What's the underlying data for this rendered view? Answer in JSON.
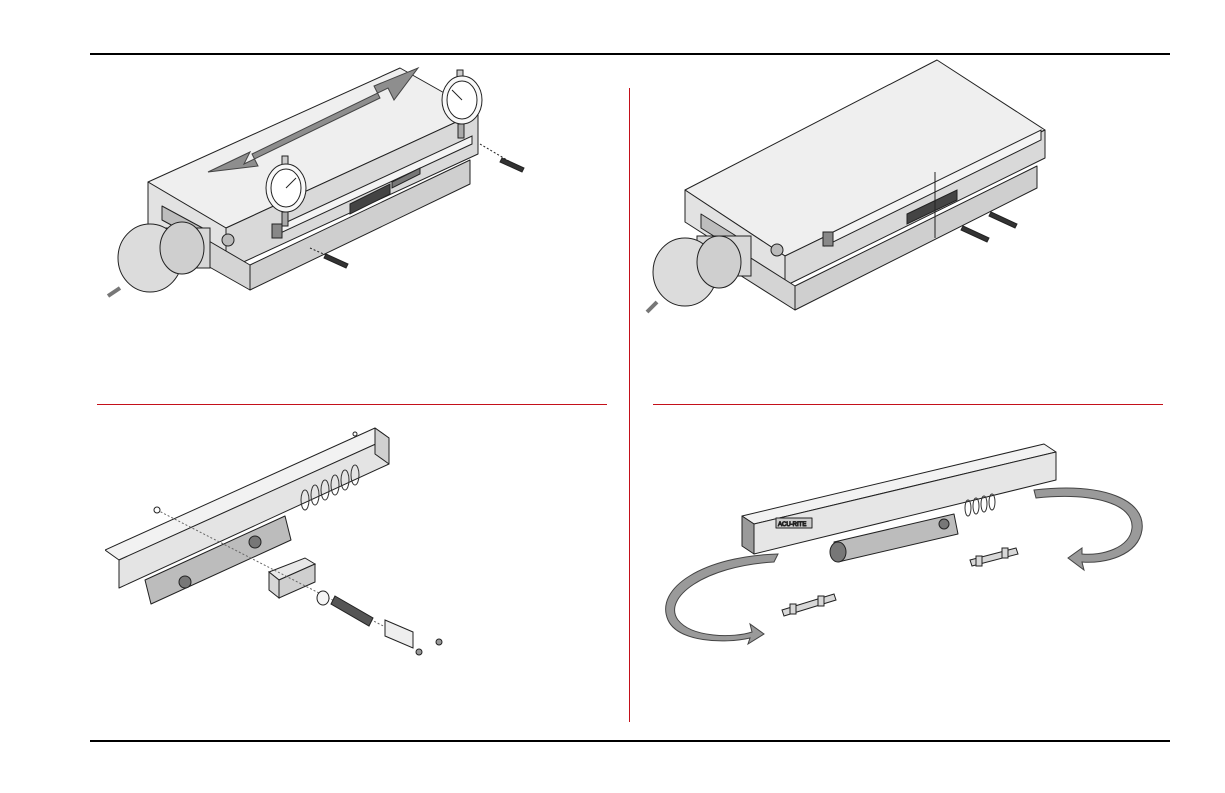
{
  "page": {
    "figures": [
      {
        "name": "dial-indicator-alignment"
      },
      {
        "name": "encoder-mounted-on-machine"
      },
      {
        "name": "mounting-bracket-exploded"
      },
      {
        "name": "scale-rotation-shipping-clips"
      }
    ],
    "scale_label": "ACU-RITE",
    "colors": {
      "accent_red": "#c4101a",
      "rule": "#000000",
      "metal": "#e6e6e6",
      "dark": "#3a3a3a"
    }
  }
}
